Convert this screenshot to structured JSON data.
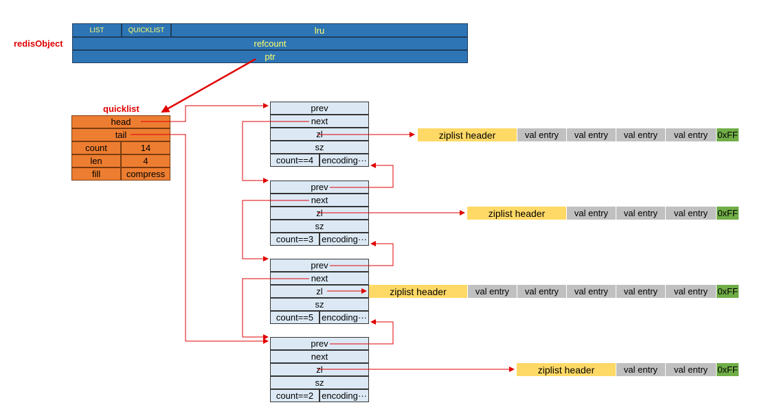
{
  "redis_object": {
    "label": "redisObject",
    "type": "LIST",
    "encoding": "QUICKLIST",
    "lru": "lru",
    "refcount": "refcount",
    "ptr": "ptr"
  },
  "quicklist": {
    "label": "quicklist",
    "head": "head",
    "tail": "tail",
    "rows": [
      {
        "key": "count",
        "value": "14"
      },
      {
        "key": "len",
        "value": "4"
      },
      {
        "key": "fill",
        "value": "compress"
      }
    ]
  },
  "nodes": [
    {
      "prev": "prev",
      "next": "next",
      "zl": "zl",
      "sz": "sz",
      "count": "count==4",
      "encoding": "encoding···",
      "ziplist": {
        "header": "ziplist header",
        "entries": [
          "val entry",
          "val entry",
          "val entry",
          "val entry"
        ],
        "end": "0xFF"
      }
    },
    {
      "prev": "prev",
      "next": "next",
      "zl": "zl",
      "sz": "sz",
      "count": "count==3",
      "encoding": "encoding···",
      "ziplist": {
        "header": "ziplist header",
        "entries": [
          "val entry",
          "val entry",
          "val entry"
        ],
        "end": "0xFF"
      }
    },
    {
      "prev": "prev",
      "next": "next",
      "zl": "zl",
      "sz": "sz",
      "count": "count==5",
      "encoding": "encoding···",
      "ziplist": {
        "header": "ziplist header",
        "entries": [
          "val entry",
          "val entry",
          "val entry",
          "val entry",
          "val entry"
        ],
        "end": "0xFF"
      }
    },
    {
      "prev": "prev",
      "next": "next",
      "zl": "zl",
      "sz": "sz",
      "count": "count==2",
      "encoding": "encoding···",
      "ziplist": {
        "header": "ziplist header",
        "entries": [
          "val entry",
          "val entry"
        ],
        "end": "0xFF"
      }
    }
  ],
  "colors": {
    "redis_object_fill": "#2e75b6",
    "redis_object_text": "#ffff66",
    "quicklist_fill": "#ed7d31",
    "node_fill": "#dce9f5",
    "ziplist_header_fill": "#ffd966",
    "entry_fill": "#c0c0c0",
    "end_fill": "#70ad47",
    "pointer_color": "#e00000"
  }
}
